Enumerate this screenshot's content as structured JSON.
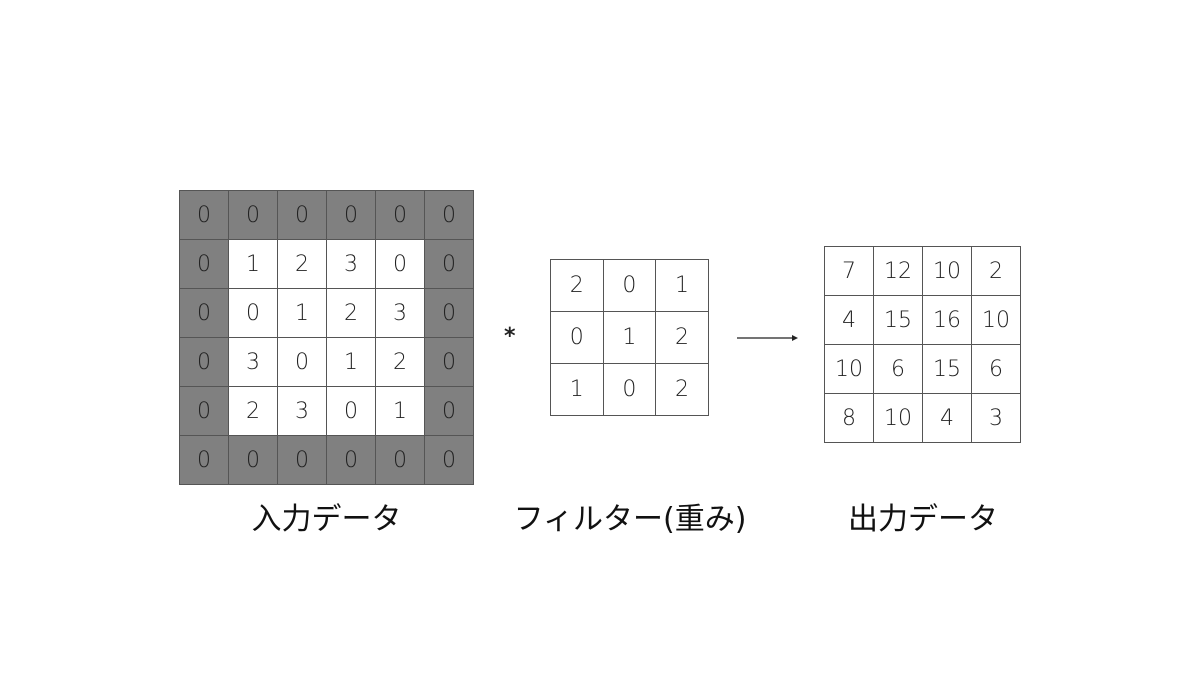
{
  "input": {
    "caption": "入力データ",
    "cells": [
      [
        "0",
        "0",
        "0",
        "0",
        "0",
        "0"
      ],
      [
        "0",
        "1",
        "2",
        "3",
        "0",
        "0"
      ],
      [
        "0",
        "0",
        "1",
        "2",
        "3",
        "0"
      ],
      [
        "0",
        "3",
        "0",
        "1",
        "2",
        "0"
      ],
      [
        "0",
        "2",
        "3",
        "0",
        "1",
        "0"
      ],
      [
        "0",
        "0",
        "0",
        "0",
        "0",
        "0"
      ]
    ],
    "padding_color": "#808080"
  },
  "operator": "*",
  "filter": {
    "caption": "フィルター(重み)",
    "cells": [
      [
        "2",
        "0",
        "1"
      ],
      [
        "0",
        "1",
        "2"
      ],
      [
        "1",
        "0",
        "2"
      ]
    ]
  },
  "arrow_icon": "right-arrow",
  "output": {
    "caption": "出力データ",
    "cells": [
      [
        "7",
        "12",
        "10",
        "2"
      ],
      [
        "4",
        "15",
        "16",
        "10"
      ],
      [
        "10",
        "6",
        "15",
        "6"
      ],
      [
        "8",
        "10",
        "4",
        "3"
      ]
    ]
  }
}
